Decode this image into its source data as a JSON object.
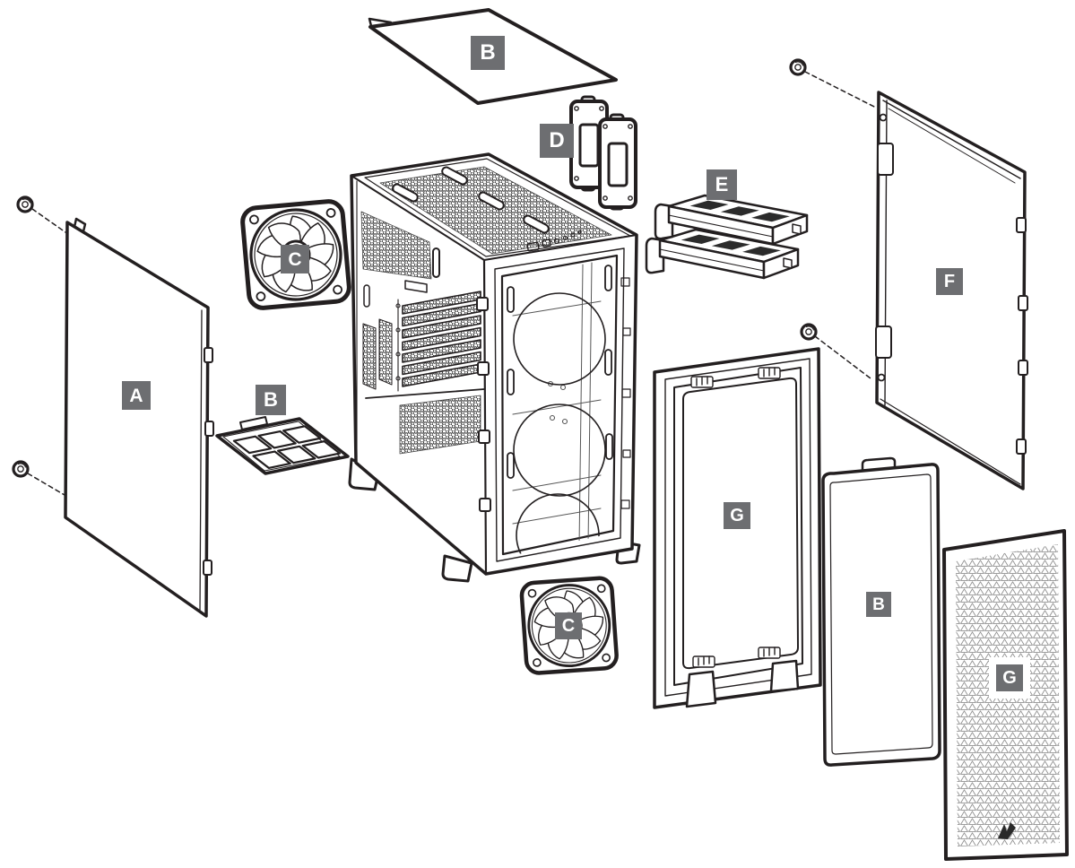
{
  "diagram": {
    "type": "exploded-view",
    "subject": "pc-case-components",
    "palette": {
      "background": "#ffffff",
      "line": "#231f20",
      "label_bg": "#6d6e71",
      "label_fg": "#ffffff",
      "mesh_gray": "#8f8f8f"
    },
    "letters": [
      "A",
      "B",
      "C",
      "D",
      "E",
      "F",
      "G"
    ],
    "labels": [
      {
        "id": "B",
        "part": "top-dust-filter"
      },
      {
        "id": "D",
        "part": "ssd-tray-brackets"
      },
      {
        "id": "E",
        "part": "hdd-trays"
      },
      {
        "id": "C",
        "part": "fan-upper"
      },
      {
        "id": "A",
        "part": "left-side-panel"
      },
      {
        "id": "B",
        "part": "bottom-dust-filter"
      },
      {
        "id": "C",
        "part": "fan-lower"
      },
      {
        "id": "G",
        "part": "front-bezel-frame"
      },
      {
        "id": "F",
        "part": "right-side-panel"
      },
      {
        "id": "B",
        "part": "front-dust-filter"
      },
      {
        "id": "G",
        "part": "front-mesh-panel"
      }
    ]
  }
}
